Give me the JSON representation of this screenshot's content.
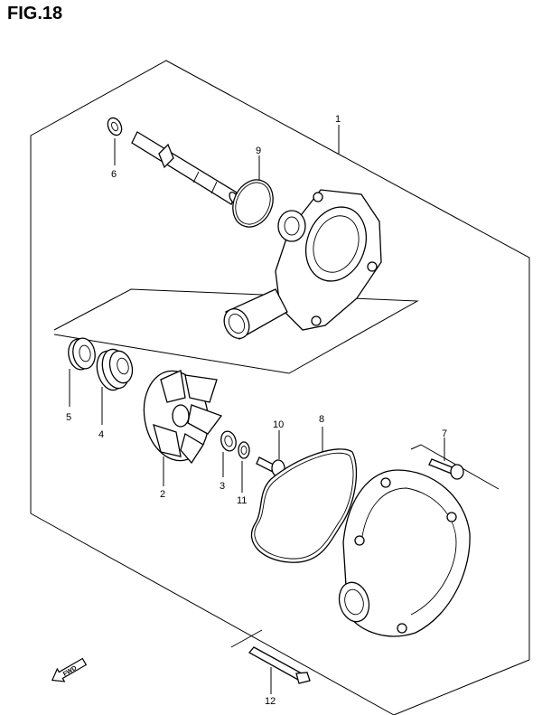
{
  "figure": {
    "title": "FIG.18"
  },
  "callouts": {
    "c1": "1",
    "c2": "2",
    "c3": "3",
    "c4": "4",
    "c5": "5",
    "c6": "6",
    "c7": "7",
    "c8": "8",
    "c9": "9",
    "c10": "10",
    "c11": "11",
    "c12": "12"
  },
  "fwd_arrow": {
    "label": "FWD"
  }
}
